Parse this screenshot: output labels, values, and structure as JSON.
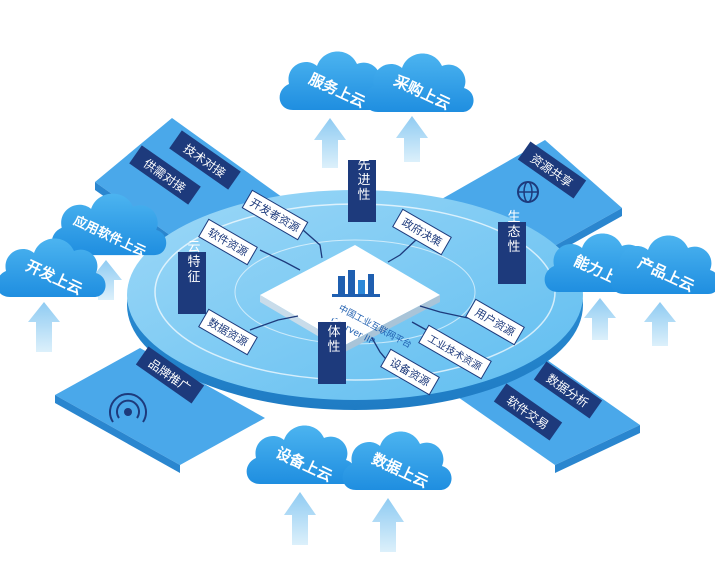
{
  "colors": {
    "cloud": "#2c9ee8",
    "platform": "#4fb3ee",
    "platform_light": "#8fd0f5",
    "panel": "#3a9fe6",
    "dark_label": "#1d3a7c",
    "arrow": "#a8d6f3"
  },
  "center": {
    "title": "中国工业互联网平台",
    "subtitle": "Cserver IIP"
  },
  "clouds": {
    "service": "服务上云",
    "purchase": "采购上云",
    "app_software": "应用软件上云",
    "develop": "开发上云",
    "capability": "能力上云",
    "product": "产品上云",
    "device": "设备上云",
    "data": "数据上云"
  },
  "panels": {
    "tech_docking": "技术对接",
    "supply_demand": "供需对接",
    "resource_sharing": "资源共享",
    "brand_promotion": "品牌推广",
    "data_analysis": "数据分析",
    "software_trade": "软件交易"
  },
  "features": {
    "advanced": "先进性",
    "ecological": "生态性",
    "cloud_feature": "云特征",
    "integrity": "整体性"
  },
  "resources": {
    "developer": "开发者资源",
    "software": "软件资源",
    "government": "政府决策",
    "user": "用户资源",
    "industrial_tech": "工业技术资源",
    "equipment": "设备资源",
    "data": "数据资源"
  },
  "icons": {
    "globe": "globe-icon",
    "signal": "signal-icon",
    "factory": "factory-icon",
    "arrow": "up-arrow-icon"
  }
}
